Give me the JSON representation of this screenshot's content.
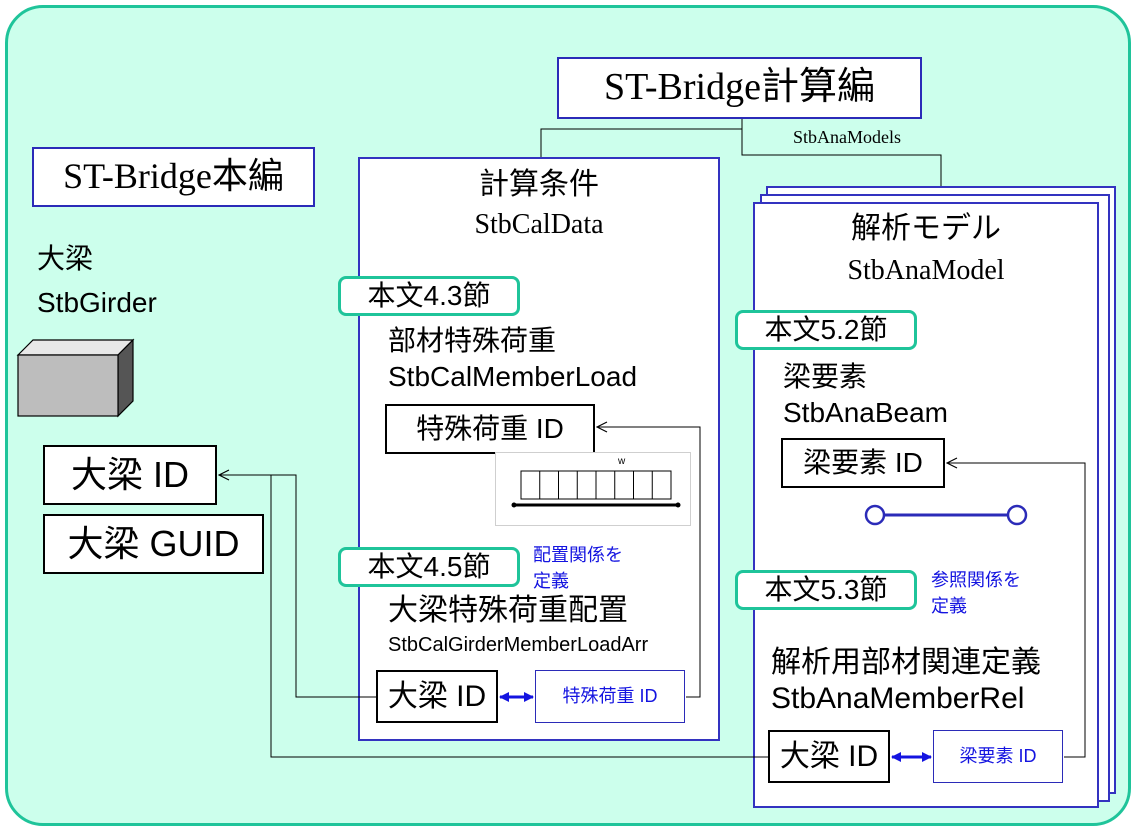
{
  "title": "ST-Bridge計算編",
  "main_label": "ST-Bridge本編",
  "stb_ana_models_label": "StbAnaModels",
  "girder": {
    "name_ja": "大梁",
    "name_en": "StbGirder",
    "id_label": "大梁 ID",
    "guid_label": "大梁 GUID"
  },
  "calc_conditions": {
    "title_ja": "計算条件",
    "title_en": "StbCalData",
    "section_43": "本文4.3節",
    "member_load_ja": "部材特殊荷重",
    "member_load_en": "StbCalMemberLoad",
    "special_load_id": "特殊荷重 ID",
    "load_symbol": "w",
    "section_45": "本文4.5節",
    "placement_note": "配置関係を",
    "placement_note2": "定義",
    "girder_load_ja": "大梁特殊荷重配置",
    "girder_load_en": "StbCalGirderMemberLoadArr",
    "girder_id": "大梁 ID",
    "special_load_id_small": "特殊荷重 ID"
  },
  "analysis_model": {
    "title_ja": "解析モデル",
    "title_en": "StbAnaModel",
    "section_52": "本文5.2節",
    "beam_ja": "梁要素",
    "beam_en": "StbAnaBeam",
    "beam_id": "梁要素 ID",
    "section_53": "本文5.3節",
    "ref_note": "参照関係を",
    "ref_note2": "定義",
    "rel_ja": "解析用部材関連定義",
    "rel_en": "StbAnaMemberRel",
    "girder_id": "大梁 ID",
    "beam_id_small": "梁要素 ID"
  },
  "colors": {
    "background": "#ccffec",
    "frame": "#1fc49a",
    "panel_border": "#3333c0",
    "note_text": "#1414e0"
  }
}
